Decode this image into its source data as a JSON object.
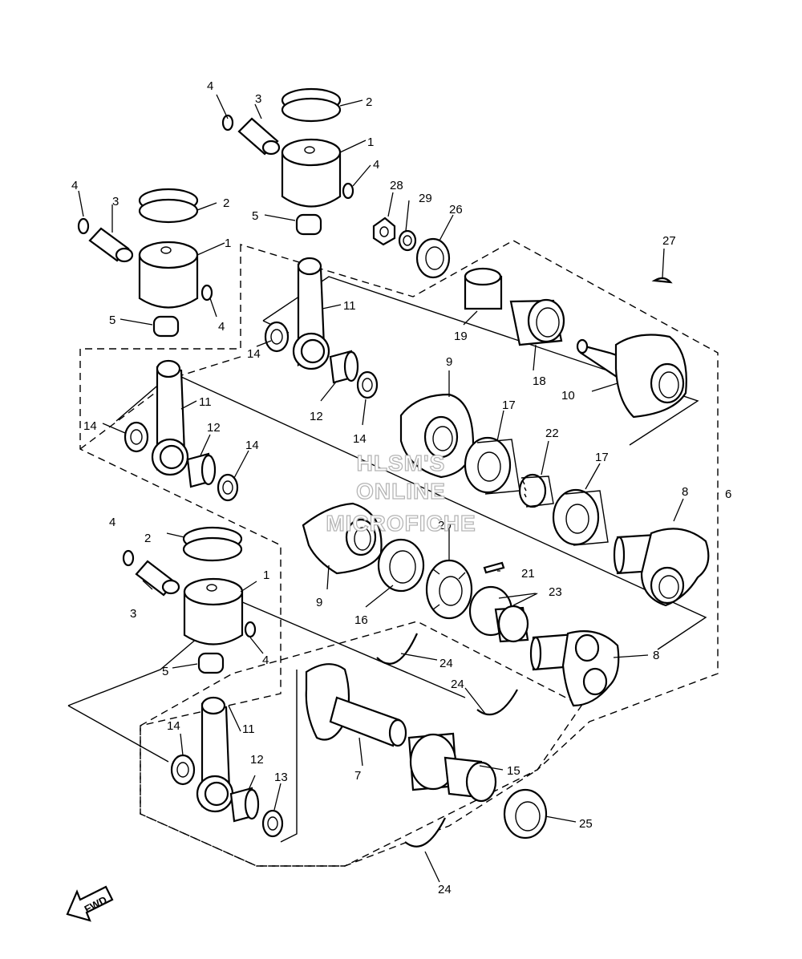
{
  "callouts": {
    "c1a": "1",
    "c1b": "1",
    "c1c": "1",
    "c2a": "2",
    "c2b": "2",
    "c2c": "2",
    "c3a": "3",
    "c3b": "3",
    "c3c": "3",
    "c4a": "4",
    "c4b": "4",
    "c4c": "4",
    "c4d": "4",
    "c4e": "4",
    "c4f": "4",
    "c5a": "5",
    "c5b": "5",
    "c5c": "5",
    "c6": "6",
    "c7": "7",
    "c8a": "8",
    "c8b": "8",
    "c9a": "9",
    "c9b": "9",
    "c10": "10",
    "c11a": "11",
    "c11b": "11",
    "c11c": "11",
    "c12a": "12",
    "c12b": "12",
    "c12c": "12",
    "c13": "13",
    "c14a": "14",
    "c14b": "14",
    "c14c": "14",
    "c14d": "14",
    "c14e": "14",
    "c15": "15",
    "c16": "16",
    "c17a": "17",
    "c17b": "17",
    "c18": "18",
    "c19": "19",
    "c20": "20",
    "c21": "21",
    "c22": "22",
    "c23": "23",
    "c24a": "24",
    "c24b": "24",
    "c24c": "24",
    "c25": "25",
    "c26": "26",
    "c27": "27",
    "c28": "28",
    "c29": "29"
  },
  "watermark": {
    "line1": "HLSM'S",
    "line2": "ONLINE",
    "line3": "MICROFICHE"
  },
  "fwd_label": "FWD"
}
